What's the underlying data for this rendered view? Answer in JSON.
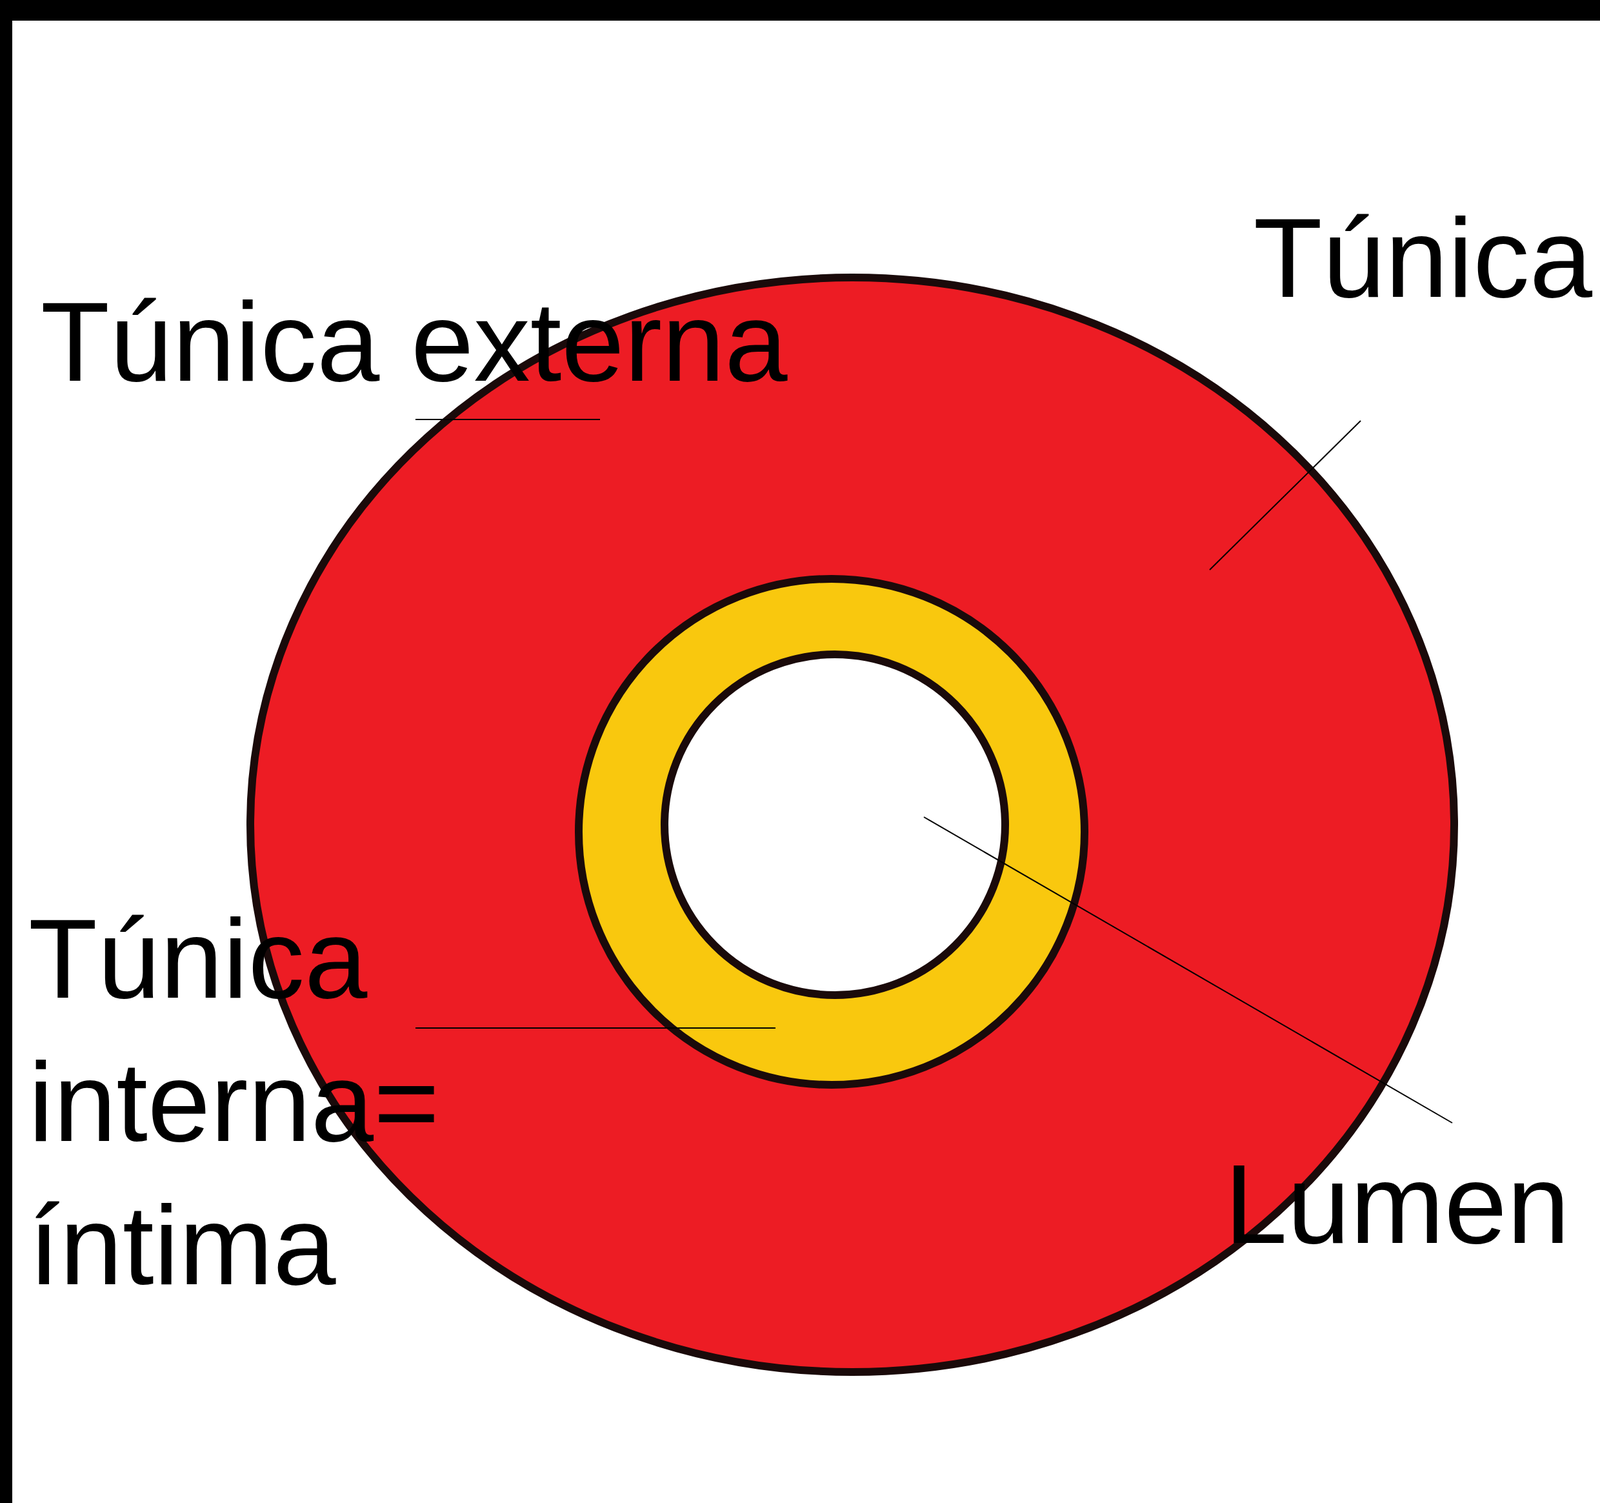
{
  "diagram": {
    "labels": [
      "Túnica externa",
      "Túnica",
      "Túnica interna= íntima",
      "Lumen"
    ]
  }
}
